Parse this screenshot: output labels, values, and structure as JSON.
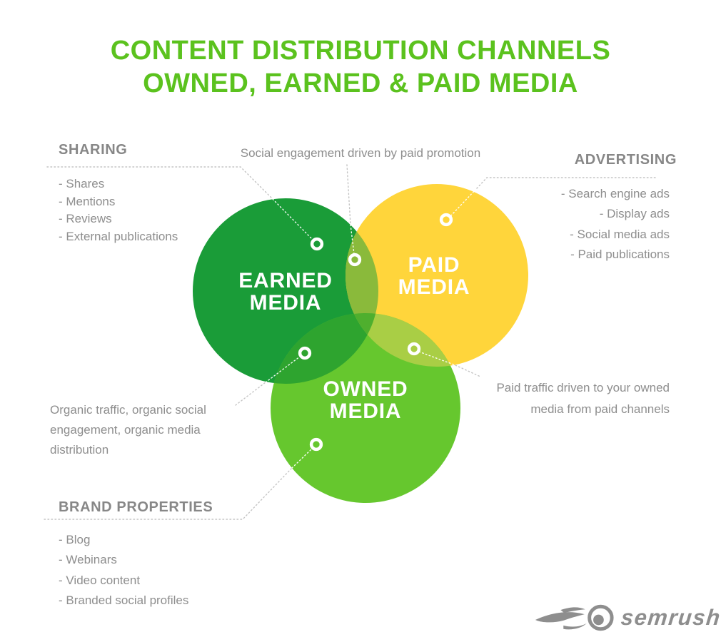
{
  "title": {
    "line1": "CONTENT DISTRIBUTION CHANNELS",
    "line2": "OWNED, EARNED & PAID MEDIA",
    "color": "#5BC21E"
  },
  "sections": {
    "sharing": {
      "heading": "SHARING",
      "items": [
        "- Shares",
        "- Mentions",
        "- Reviews",
        "- External publications"
      ]
    },
    "advertising": {
      "heading": "ADVERTISING",
      "items": [
        "- Search engine ads",
        "- Display ads",
        "- Social media ads",
        "- Paid publications"
      ]
    },
    "brand_properties": {
      "heading": "BRAND PROPERTIES",
      "items": [
        "- Blog",
        "- Webinars",
        "- Video content",
        "- Branded social profiles"
      ]
    }
  },
  "annotations": {
    "social_engagement": {
      "lines": [
        "Social engagement driven by paid promotion"
      ]
    },
    "organic": {
      "lines": [
        "Organic traffic, organic social",
        "engagement, organic media",
        "distribution"
      ]
    },
    "paid_traffic": {
      "lines": [
        "Paid traffic driven to your owned",
        "media from paid channels"
      ]
    }
  },
  "venn": {
    "earned": {
      "line1": "EARNED",
      "line2": "MEDIA"
    },
    "paid": {
      "line1": "PAID",
      "line2": "MEDIA"
    },
    "owned": {
      "line1": "OWNED",
      "line2": "MEDIA"
    },
    "colors": {
      "earned": "#1A9C38",
      "paid": "#FFD53B",
      "owned": "#66C72E",
      "earned_paid": "#8ABA3B",
      "earned_owned": "#2EA42F",
      "paid_owned": "#A9CE45",
      "triple": "#4FAF2E",
      "marker_ring": "#FFFFFF",
      "connector_gray": "#C4C4C4"
    }
  },
  "logo": {
    "brand": "semrush",
    "icon": "semrush-flame-icon",
    "color": "#8E8E8E"
  },
  "text_colors": {
    "heading_gray": "#878787",
    "body_gray": "#8E8E8E"
  }
}
